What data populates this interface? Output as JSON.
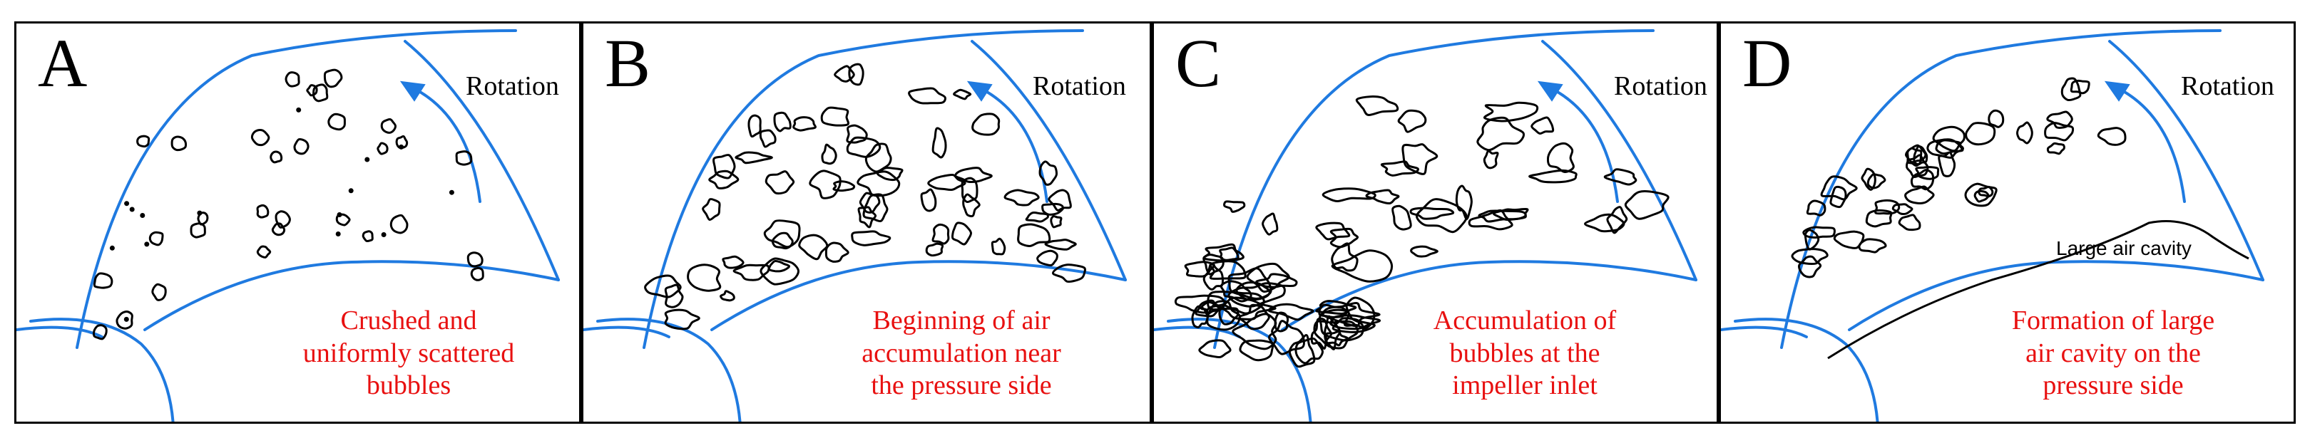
{
  "colors": {
    "blade": "#1f7ae0",
    "caption": "#e81010",
    "bubble": "#000000"
  },
  "panels": [
    {
      "letter": "A",
      "rotation": "Rotation",
      "caption": [
        "Crushed and",
        "uniformly scattered",
        "bubbles"
      ],
      "bubble_pattern": "small bubbles uniformly scattered"
    },
    {
      "letter": "B",
      "rotation": "Rotation",
      "caption": [
        "Beginning of air",
        "accumulation near",
        "the pressure side"
      ],
      "bubble_pattern": "bubbles beginning to accumulate"
    },
    {
      "letter": "C",
      "rotation": "Rotation",
      "caption": [
        "Accumulation of",
        "bubbles at the",
        "impeller inlet"
      ],
      "bubble_pattern": "large elongated bubbles accumulated near inlet"
    },
    {
      "letter": "D",
      "rotation": "Rotation",
      "caption": [
        "Formation of large",
        "air cavity on the",
        "pressure side"
      ],
      "cavity_label": "Large air cavity",
      "bubble_pattern": "bubbles gathered into a large cavity"
    }
  ]
}
